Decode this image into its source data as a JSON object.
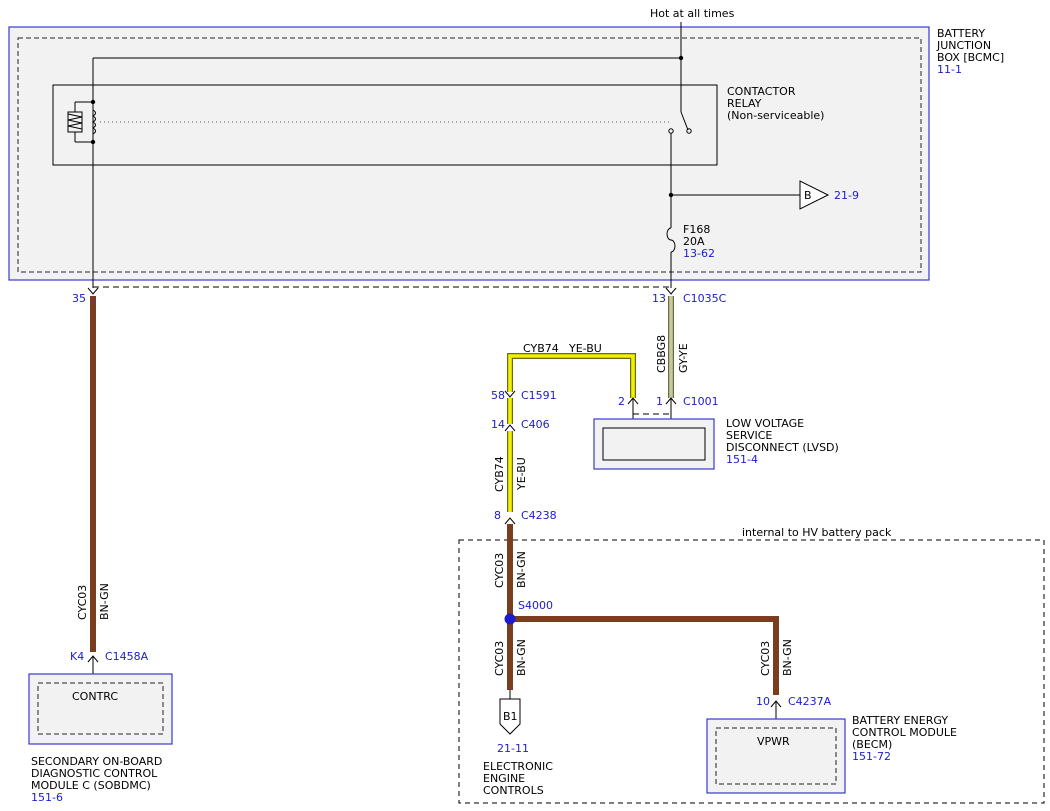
{
  "top_label": "Hot at all times",
  "bjb": {
    "name_lines": [
      "BATTERY",
      "JUNCTION",
      "BOX [BCMC]"
    ],
    "ref": "11-1"
  },
  "relay": {
    "name_lines": [
      "CONTACTOR",
      "RELAY",
      "(Non-serviceable)"
    ]
  },
  "offpage_b": {
    "letter": "B",
    "ref": "21-9"
  },
  "fuse": {
    "id": "F168",
    "rating": "20A",
    "ref": "13-62"
  },
  "pins": {
    "left_35": "35",
    "right_13": "13",
    "c1035c": "C1035C",
    "p58": "58",
    "c1591": "C1591",
    "p14": "14",
    "c406": "C406",
    "p8": "8",
    "c4238": "C4238",
    "p2": "2",
    "p1": "1",
    "c1001": "C1001",
    "k4": "K4",
    "c1458a": "C1458A",
    "p10": "10",
    "c4237a": "C4237A",
    "s4000": "S4000"
  },
  "wires": {
    "cyb74": "CYB74",
    "ye_bu": "YE-BU",
    "cbbg8": "CBBG8",
    "gy_ye": "GY-YE",
    "cyc03": "CYC03",
    "bn_gn": "BN-GN"
  },
  "lvsd": {
    "name_lines": [
      "LOW VOLTAGE",
      "SERVICE",
      "DISCONNECT (LVSD)"
    ],
    "ref": "151-4"
  },
  "hv_label": "internal to HV battery pack",
  "sobdmc": {
    "inner": "CONTRC",
    "name_lines": [
      "SECONDARY ON-BOARD",
      "DIAGNOSTIC CONTROL",
      "MODULE C (SOBDMC)"
    ],
    "ref": "151-6"
  },
  "becm": {
    "inner": "VPWR",
    "name_lines": [
      "BATTERY ENERGY",
      "CONTROL MODULE",
      "(BECM)"
    ],
    "ref": "151-72"
  },
  "offpage_b1": {
    "letter": "B1",
    "ref": "21-11",
    "name_lines": [
      "ELECTRONIC",
      "ENGINE",
      "CONTROLS"
    ]
  }
}
